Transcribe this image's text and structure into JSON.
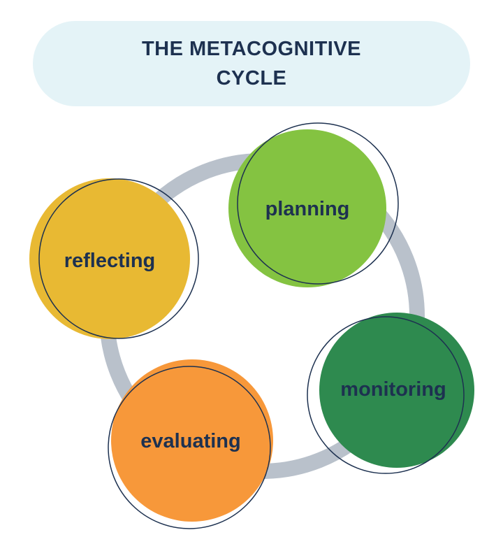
{
  "title": {
    "line1": "THE METACOGNITIVE",
    "line2": "CYCLE"
  },
  "stages": [
    {
      "label": "planning",
      "color": "#84c341"
    },
    {
      "label": "monitoring",
      "color": "#2e8a4f"
    },
    {
      "label": "evaluating",
      "color": "#f7983a"
    },
    {
      "label": "reflecting",
      "color": "#e8b933"
    }
  ],
  "colors": {
    "ring": "#b9c1cb",
    "outline": "#1d3150",
    "title_bg": "#e4f3f7"
  }
}
